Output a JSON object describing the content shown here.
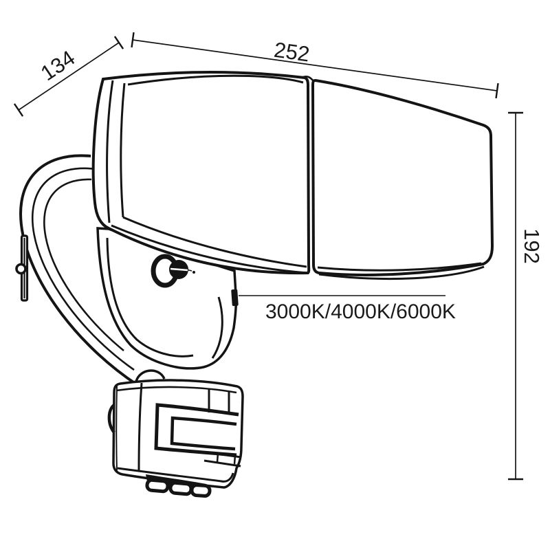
{
  "diagram": {
    "type": "technical-dimension-drawing",
    "subject": "twin-head-floodlight-with-motion-sensor",
    "dimensions": {
      "depth": "134",
      "width": "252",
      "height": "192"
    },
    "annotations": {
      "color_temperature": "3000K/4000K/6000K"
    },
    "colors": {
      "line": "#141414",
      "background": "#ffffff"
    }
  }
}
